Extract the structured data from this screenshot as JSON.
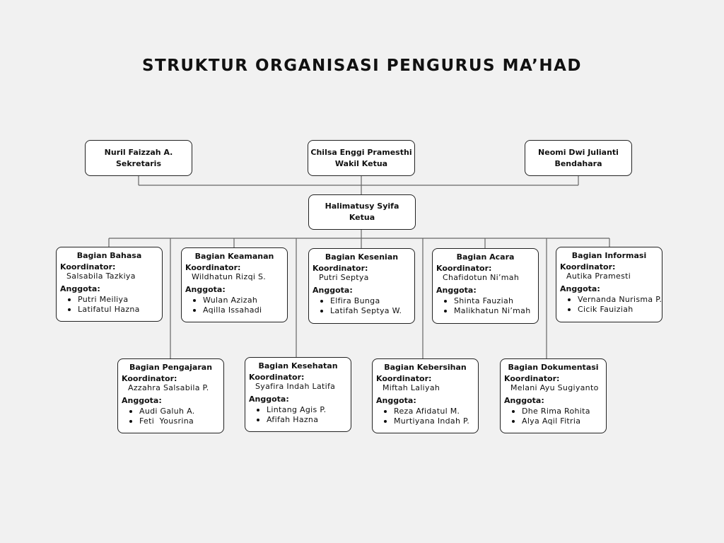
{
  "title": "STRUKTUR ORGANISASI PENGURUS MA’HAD",
  "labels": {
    "koordinator": "Koordinator:",
    "anggota": "Anggota:"
  },
  "leadership": {
    "sekretaris": {
      "name": "Nuril Faizzah A.",
      "role": "Sekretaris"
    },
    "wakil_ketua": {
      "name": "Chilsa Enggi Pramesthi",
      "role": "Wakil Ketua"
    },
    "bendahara": {
      "name": "Neomi Dwi Julianti",
      "role": "Bendahara"
    },
    "ketua": {
      "name": "Halimatusy Syifa",
      "role": "Ketua"
    }
  },
  "divisions": [
    {
      "title": "Bagian Bahasa",
      "koordinator": "Salsabila Tazkiya",
      "anggota": [
        "Putri Meiliya",
        "Latifatul Hazna"
      ]
    },
    {
      "title": "Bagian Keamanan",
      "koordinator": "Wildhatun Rizqi S.",
      "anggota": [
        "Wulan Azizah",
        "Aqilla Issahadi"
      ]
    },
    {
      "title": "Bagian Kesenian",
      "koordinator": "Putri Septya",
      "anggota": [
        "Elfira Bunga",
        "Latifah Septya W."
      ]
    },
    {
      "title": "Bagian Acara",
      "koordinator": "Chafidotun Ni’mah",
      "anggota": [
        "Shinta Fauziah",
        "Malikhatun Ni’mah"
      ]
    },
    {
      "title": "Bagian Informasi",
      "koordinator": "Autika Pramesti",
      "anggota": [
        "Vernanda Nurisma P.",
        "Cicik Fauiziah"
      ]
    },
    {
      "title": "Bagian Pengajaran",
      "koordinator": "Azzahra Salsabila P.",
      "anggota": [
        "Audi Galuh A.",
        "Feti  Yousrina"
      ]
    },
    {
      "title": "Bagian Kesehatan",
      "koordinator": "Syafira Indah Latifa",
      "anggota": [
        "Lintang Agis P.",
        "Afifah Hazna"
      ]
    },
    {
      "title": "Bagian Kebersihan",
      "koordinator": "Miftah Laliyah",
      "anggota": [
        "Reza Afidatul M.",
        "Murtiyana Indah P."
      ]
    },
    {
      "title": "Bagian Dokumentasi",
      "koordinator": "Melani Ayu Sugiyanto",
      "anggota": [
        "Dhe Rima Rohita",
        "Alya Aqil Fitria"
      ]
    }
  ]
}
